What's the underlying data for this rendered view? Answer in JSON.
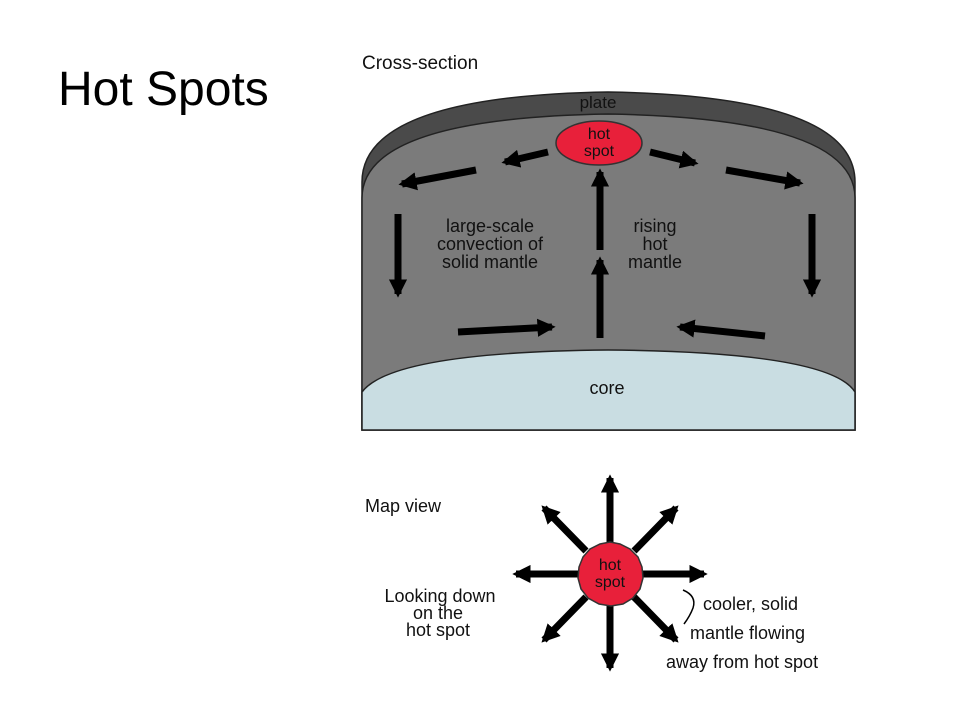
{
  "slide": {
    "title": "Hot Spots"
  },
  "cross_section": {
    "heading": "Cross-section",
    "plate": "plate",
    "hot_spot": [
      "hot",
      "spot"
    ],
    "convection": [
      "large-scale",
      "convection of",
      "solid mantle"
    ],
    "rising": [
      "rising",
      "hot",
      "mantle"
    ],
    "core": "core"
  },
  "map_view": {
    "heading": "Map view",
    "hot_spot": [
      "hot",
      "spot"
    ],
    "looking": [
      "Looking down",
      "on the",
      "hot spot"
    ],
    "flow": [
      "cooler, solid",
      "mantle flowing",
      "away from hot spot"
    ]
  },
  "colors": {
    "plate": "#4a4a4a",
    "mantle": "#7b7b7b",
    "core": "#c9dde2",
    "hot_spot": "#e8203a",
    "arrow": "#000000"
  },
  "icons": [
    "arrow-icon"
  ]
}
